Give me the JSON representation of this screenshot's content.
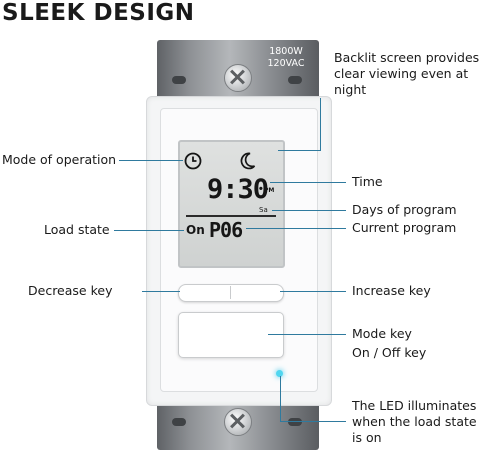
{
  "heading": "SLEEK DESIGN",
  "rating": {
    "watts": "1800W",
    "volts": "120VAC"
  },
  "display": {
    "time": "9:30",
    "meridiem": "PM",
    "day": "Sa",
    "load_state": "On",
    "program": "P06"
  },
  "callouts": {
    "backlit": [
      "Backlit screen provides",
      "clear viewing even at",
      "night"
    ],
    "mode_of_operation": "Mode of operation",
    "time": "Time",
    "days_of_program": "Days of program",
    "load_state": "Load state",
    "current_program": "Current program",
    "decrease_key": "Decrease key",
    "increase_key": "Increase key",
    "mode_key": [
      "Mode key",
      "On / Off key"
    ],
    "led": [
      "The LED illuminates",
      "when the load state",
      "is on"
    ]
  },
  "colors": {
    "leader_line": "#2f7a9e",
    "led": "#4fd6f0",
    "plate": "#8d9094"
  }
}
